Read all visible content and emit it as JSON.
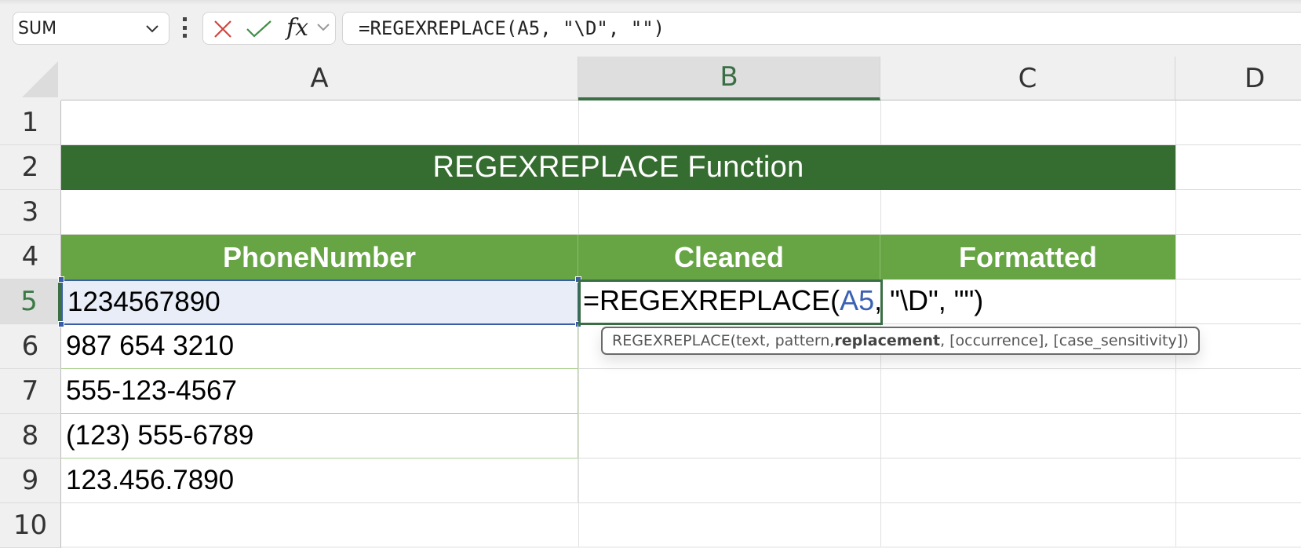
{
  "formula_bar": {
    "name_box": "SUM",
    "cancel_icon": "x-icon",
    "enter_icon": "check-icon",
    "fx_label": "fx",
    "formula": "=REGEXREPLACE(A5, \"\\D\", \"\")"
  },
  "colors": {
    "title_fill": "#356c2f",
    "header_fill": "#66a444",
    "active_header": "#3a6f45",
    "selection_border": "#3a5da8",
    "reference_blue": "#3b61b5",
    "cancel_red": "#d0453f",
    "enter_green": "#3f8f46"
  },
  "columns": [
    "A",
    "B",
    "C",
    "D"
  ],
  "active_column": "B",
  "rows": [
    "1",
    "2",
    "3",
    "4",
    "5",
    "6",
    "7",
    "8",
    "9",
    "10"
  ],
  "active_row": "5",
  "sheet": {
    "title": "REGEXREPLACE Function",
    "headers": [
      "PhoneNumber",
      "Cleaned",
      "Formatted"
    ],
    "phone_numbers": [
      "1234567890",
      "987 654 3210",
      "555-123-4567",
      "(123) 555-6789",
      "123.456.7890"
    ]
  },
  "edit_cell": {
    "prefix": "=REGEXREPLACE(",
    "ref": "A5",
    "suffix": ", \"\\D\", \"\")"
  },
  "tooltip": {
    "func": "REGEXREPLACE(",
    "arg1": "text, pattern, ",
    "current_arg": "replacement",
    "rest": ", [occurrence], [case_sensitivity])"
  }
}
